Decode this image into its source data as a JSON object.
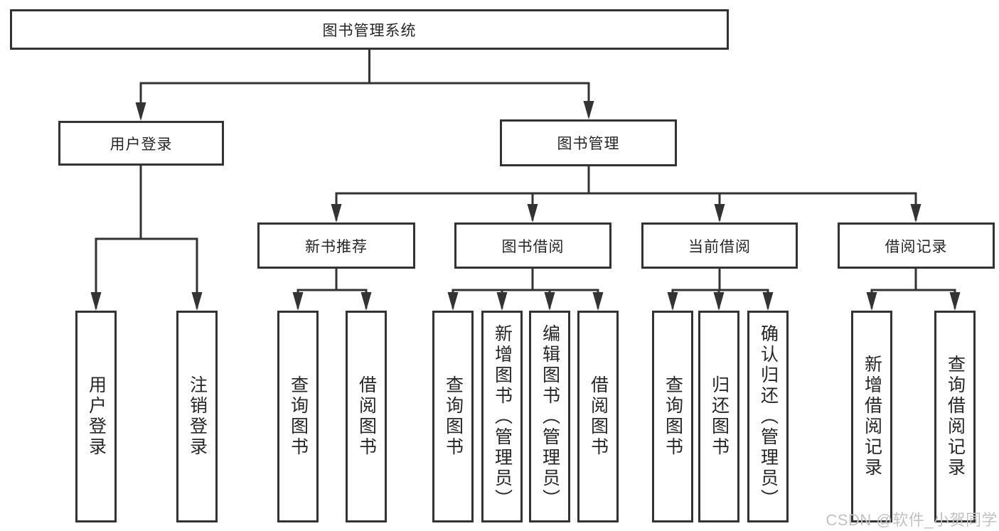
{
  "title": "图书管理系统",
  "watermark": "CSDN @软件_小贺同学",
  "colors": {
    "line": "#333333",
    "box_border": "#333333",
    "box_fill": "#ffffff",
    "text": "#262626",
    "watermark": "#c2c2c2",
    "background": "#ffffff"
  },
  "tree": {
    "label": "图书管理系统",
    "children": [
      {
        "label": "用户登录",
        "children": [
          {
            "label": "用户登录"
          },
          {
            "label": "注销登录"
          }
        ]
      },
      {
        "label": "图书管理",
        "children": [
          {
            "label": "新书推荐",
            "children": [
              {
                "label": "查询图书"
              },
              {
                "label": "借阅图书"
              }
            ]
          },
          {
            "label": "图书借阅",
            "children": [
              {
                "label": "查询图书"
              },
              {
                "label": "新增图书（管理员）"
              },
              {
                "label": "编辑图书（管理员）"
              },
              {
                "label": "借阅图书"
              }
            ]
          },
          {
            "label": "当前借阅",
            "children": [
              {
                "label": "查询图书"
              },
              {
                "label": "归还图书"
              },
              {
                "label": "确认归还（管理员）"
              }
            ]
          },
          {
            "label": "借阅记录",
            "children": [
              {
                "label": "新增借阅记录"
              },
              {
                "label": "查询借阅记录"
              }
            ]
          }
        ]
      }
    ]
  }
}
